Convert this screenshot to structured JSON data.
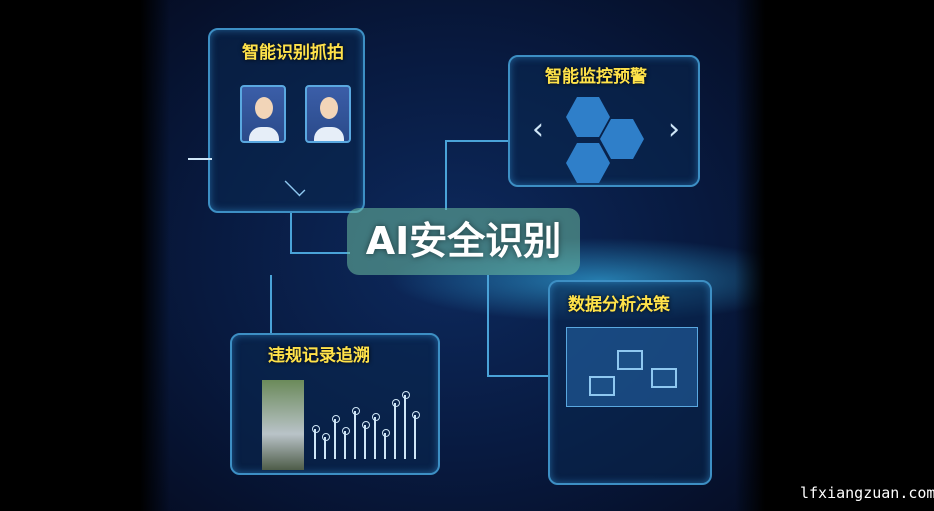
{
  "center_label": "AI安全识别",
  "panels": {
    "top_left": {
      "title": "智能识别抓拍"
    },
    "top_right": {
      "title": "智能监控预警"
    },
    "bottom_left": {
      "title": "违规记录追溯"
    },
    "bottom_right": {
      "title": "数据分析决策"
    }
  },
  "watermark": "lfxiangzuan.com",
  "colors": {
    "title": "#ffe24a",
    "frame": "#3d8fc4",
    "background": "#081a40"
  }
}
